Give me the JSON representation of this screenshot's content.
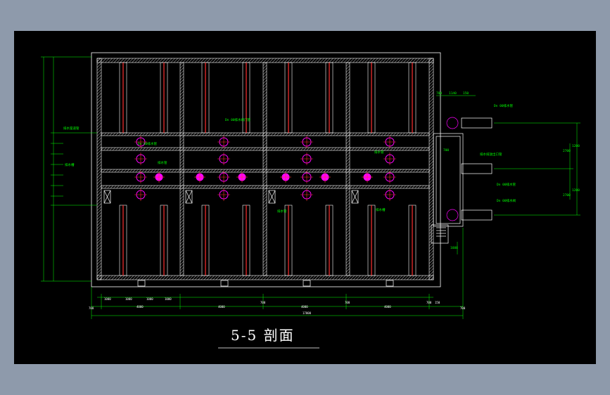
{
  "title": "5-5 剖面",
  "colors": {
    "background": "#8e9aab",
    "sheet": "#000000",
    "wall": "#ffffff",
    "dimension": "#00ff00",
    "pipe": "#ff00ff",
    "centerline": "#ff0000"
  },
  "bottom_dims": {
    "sub": [
      "1000",
      "1000",
      "1000",
      "1000"
    ],
    "edge_left": "700",
    "edge_right": "700",
    "between": [
      "700",
      "700",
      "700"
    ],
    "bay": [
      "4000",
      "4000",
      "4000",
      "4000"
    ],
    "end": [
      "150",
      "700"
    ],
    "total": "17000"
  },
  "right_dims": {
    "top_small": [
      "700",
      "1140",
      "150"
    ],
    "mid": "700",
    "side": [
      "2700",
      "1200",
      "1200",
      "2700"
    ],
    "bottom": "1600"
  },
  "labels": {
    "lbl1": "Dn 00排水管",
    "lbl2": "Dn 00排水管",
    "lbl3": "Dn 00排水阀",
    "lbl4": "Dn 00排水管",
    "lbl5": "Dn 00排水阀门管",
    "lbl6": "排水渠道管",
    "lbl7": "排水槽",
    "lbl8": "排水排放出口管",
    "lbl9": "排水槽",
    "lbl10": "排水管",
    "lbl11": "排水管",
    "lbl12": "排水管"
  }
}
